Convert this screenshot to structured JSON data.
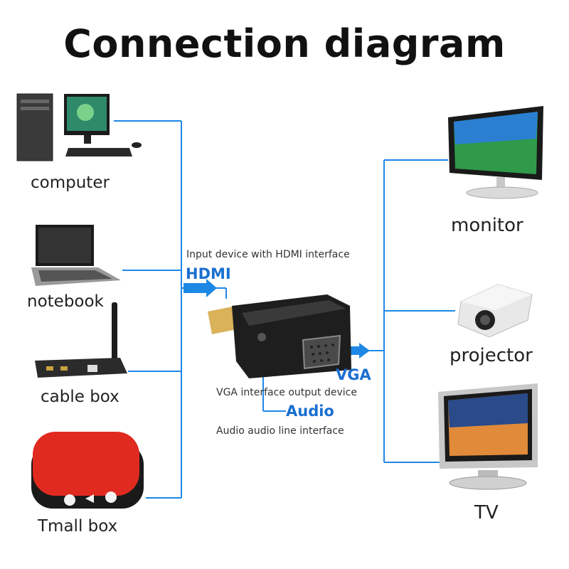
{
  "title": "Connection diagram",
  "inputs": [
    {
      "label": "computer",
      "icon": "desktop-computer-icon"
    },
    {
      "label": "notebook",
      "icon": "laptop-icon"
    },
    {
      "label": "cable box",
      "icon": "cable-box-icon"
    },
    {
      "label": "Tmall box",
      "icon": "tmall-box-icon"
    }
  ],
  "outputs": [
    {
      "label": "monitor",
      "icon": "monitor-icon"
    },
    {
      "label": "projector",
      "icon": "projector-icon"
    },
    {
      "label": "TV",
      "icon": "tv-icon"
    }
  ],
  "adapter": {
    "hdmi_caption": "Input device with HDMI interface",
    "hdmi_label": "HDMI",
    "vga_label": "VGA",
    "vga_caption": "VGA interface output device",
    "audio_label": "Audio",
    "audio_caption": "Audio audio line interface",
    "icon": "hdmi-to-vga-adapter-icon"
  },
  "colors": {
    "wire": "#1e88e5",
    "accent_text": "#1a6fd0"
  }
}
